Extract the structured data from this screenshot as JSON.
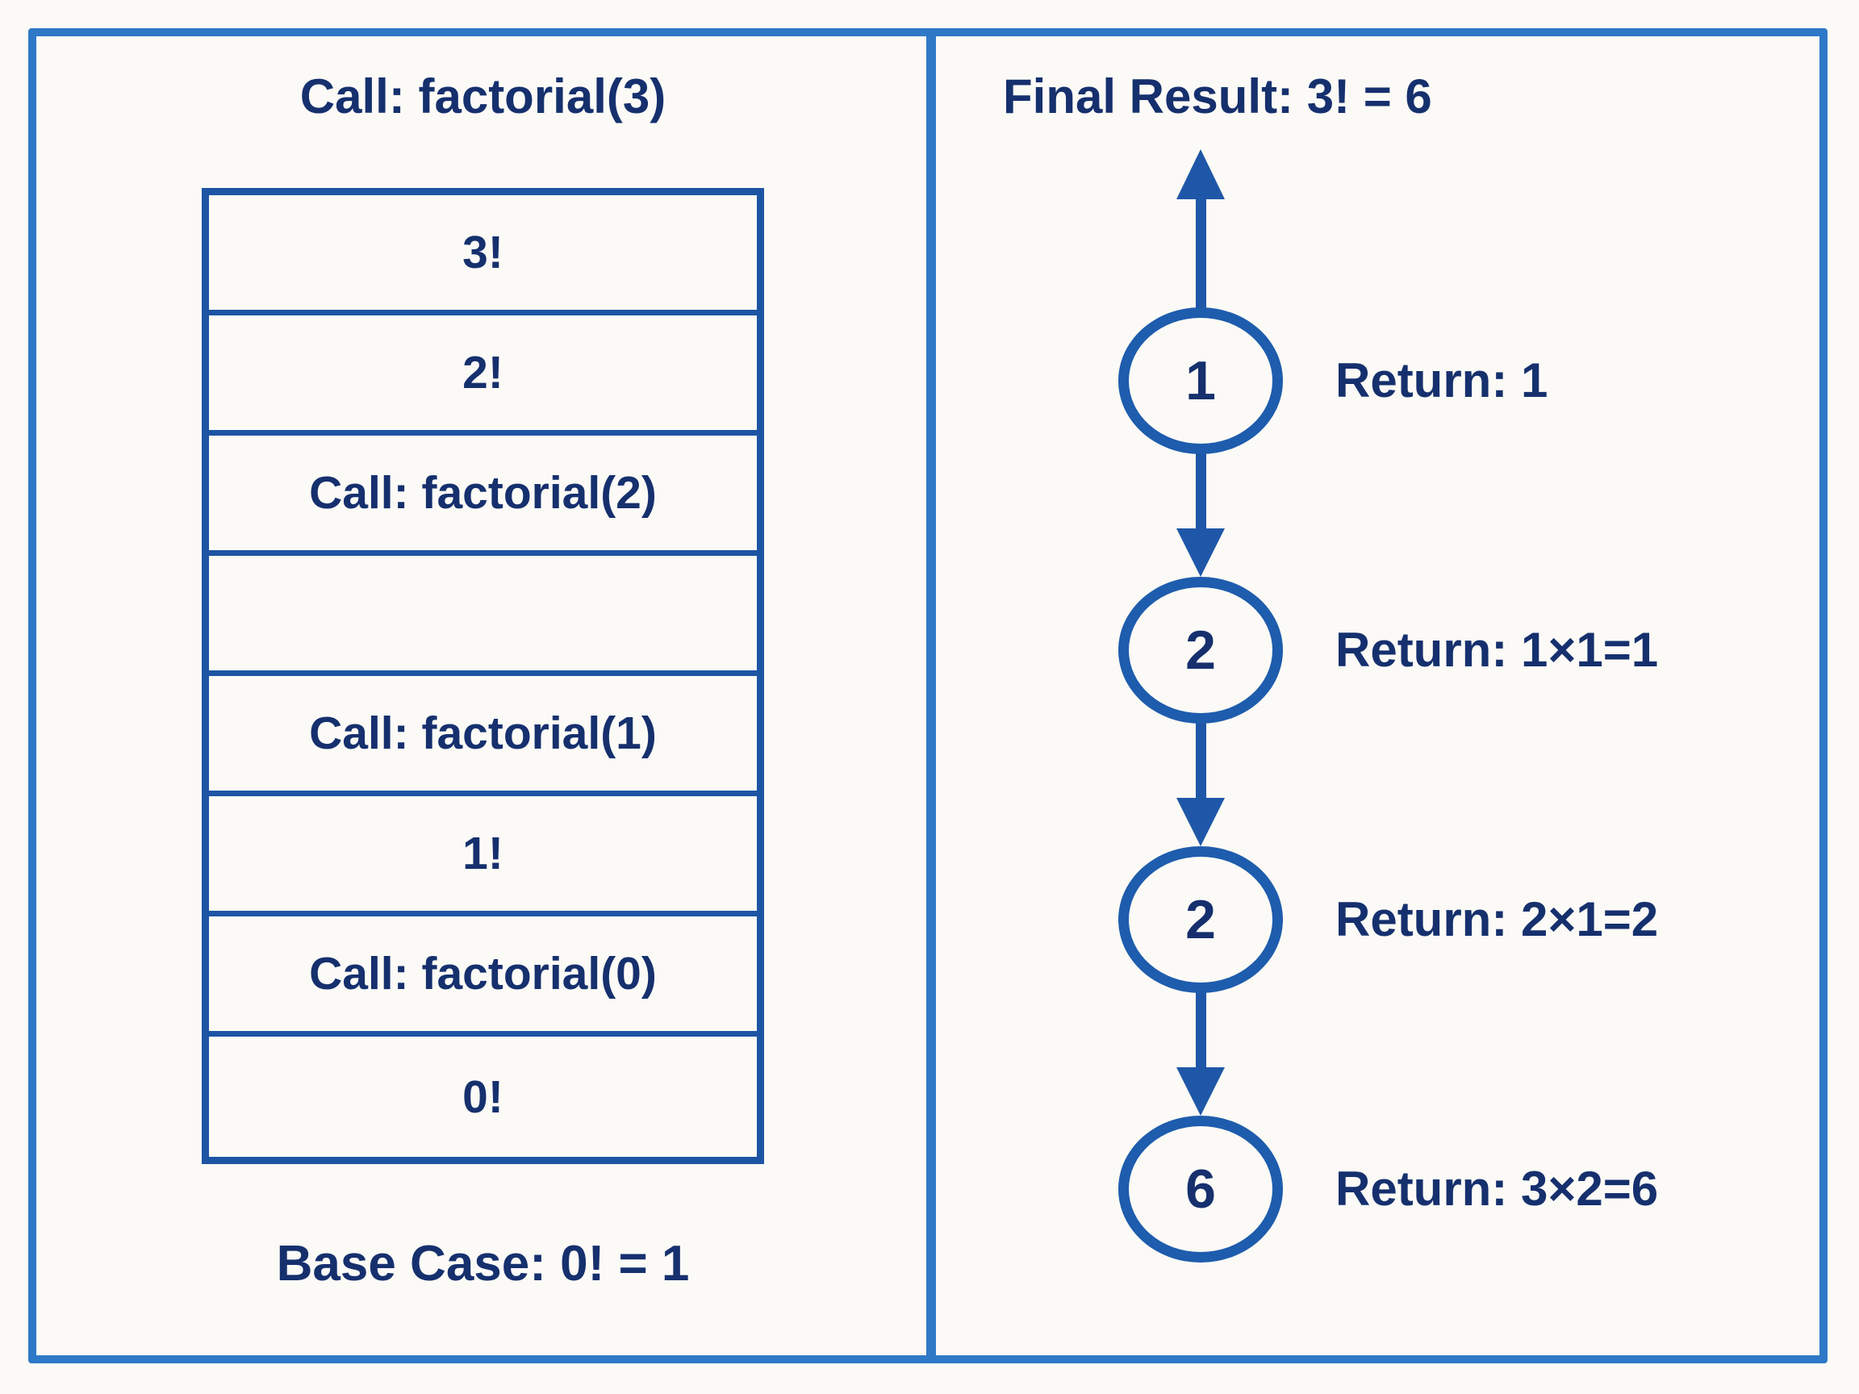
{
  "colors": {
    "frame_blue": "#2e79c7",
    "box_blue": "#1d55a4",
    "circle_blue": "#1e5cad",
    "arrow_blue": "#1f57a8",
    "text_navy": "#16306e",
    "background": "#fbfaf6"
  },
  "left_panel": {
    "title": "Call: factorial(3)",
    "stack_rows": [
      "3!",
      "2!",
      "Call: factorial(2)",
      "",
      "Call: factorial(1)",
      "1!",
      "Call: factorial(0)",
      "0!"
    ],
    "caption": "Base Case: 0! = 1"
  },
  "right_panel": {
    "title": "Final Result: 3! = 6",
    "nodes": [
      {
        "value": "1",
        "label": "Return: 1"
      },
      {
        "value": "2",
        "label": "Return: 1×1=1"
      },
      {
        "value": "2",
        "label": "Return: 2×1=2"
      },
      {
        "value": "6",
        "label": "Return: 3×2=6"
      }
    ]
  }
}
